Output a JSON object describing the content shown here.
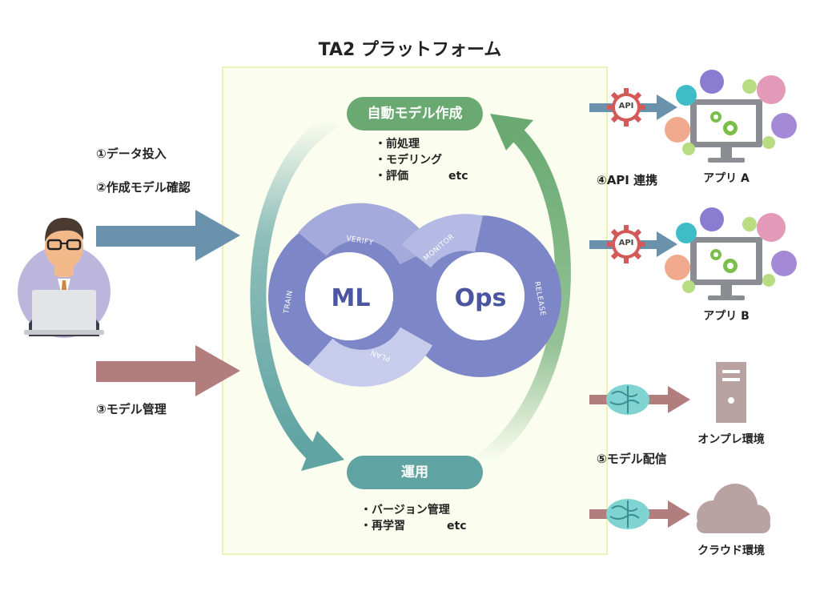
{
  "title": "TA2 プラットフォーム",
  "steps": {
    "s1": "①データ投入",
    "s2": "②作成モデル確認",
    "s3": "③モデル管理",
    "s4": "④API 連携",
    "s5": "⑤モデル配信"
  },
  "auto_model": {
    "label": "自動モデル作成",
    "items": [
      "・前処理",
      "・モデリング",
      "・評価"
    ],
    "etc": "etc"
  },
  "operation": {
    "label": "運用",
    "items": [
      "・バージョン管理",
      "・再学習"
    ],
    "etc": "etc"
  },
  "mlops": {
    "left": "ML",
    "right": "Ops",
    "segments": [
      "VERIFY",
      "MONITOR",
      "RELEASE",
      "PLAN",
      "TRAIN"
    ]
  },
  "api_badge": "API",
  "targets": {
    "app_a": "アプリ A",
    "app_b": "アプリ B",
    "onprem": "オンプレ環境",
    "cloud": "クラウド環境"
  },
  "colors": {
    "platform_bg": "#fbfdee",
    "platform_border": "#eef0b8",
    "green": "#6aaa72",
    "teal": "#5fa3a3",
    "blue_arrow": "#6a92ad",
    "red_arrow": "#b27d7d",
    "infinity_dark": "#7d86c6",
    "infinity_light": "#b4bae3"
  }
}
